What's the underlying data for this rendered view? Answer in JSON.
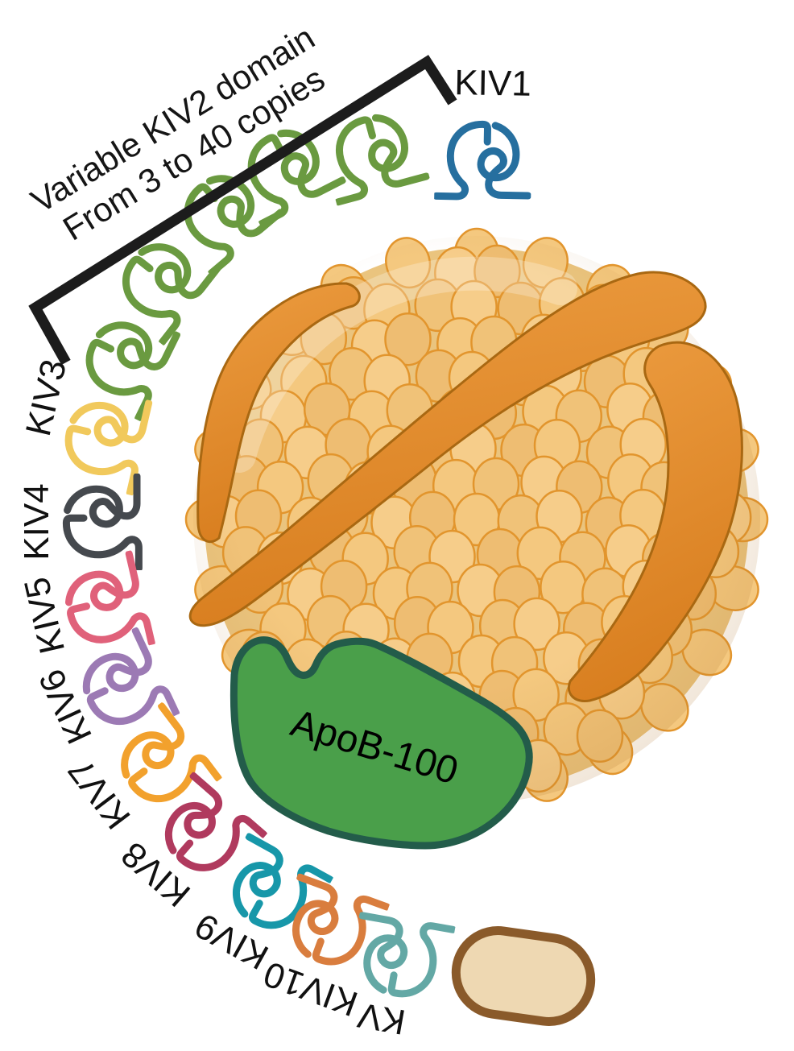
{
  "figure": {
    "description": "Lipoprotein(a) structure diagram",
    "background": "#ffffff"
  },
  "bracket_annotation": {
    "line1": "Variable KIV2 domain",
    "line2": "From 3 to 40 copies",
    "color": "#1c1c1c"
  },
  "kringle_domains": [
    {
      "id": "kiv1",
      "label": "KIV1",
      "color": "#266f9f",
      "copies_shown": 1
    },
    {
      "id": "kiv2",
      "label": "",
      "color": "#6a9a40",
      "copies_shown": 5
    },
    {
      "id": "kiv3",
      "label": "KIV3",
      "color": "#f1c95c",
      "copies_shown": 1
    },
    {
      "id": "kiv4",
      "label": "KIV4",
      "color": "#45494e",
      "copies_shown": 1
    },
    {
      "id": "kiv5",
      "label": "KIV5",
      "color": "#e0617a",
      "copies_shown": 1
    },
    {
      "id": "kiv6",
      "label": "KIV6",
      "color": "#9c7ab4",
      "copies_shown": 1
    },
    {
      "id": "kiv7",
      "label": "KIV7",
      "color": "#f2a12d",
      "copies_shown": 1
    },
    {
      "id": "kiv8",
      "label": "KIV8",
      "color": "#b03a5e",
      "copies_shown": 1
    },
    {
      "id": "kiv9",
      "label": "KIV9",
      "color": "#1797a9",
      "copies_shown": 1
    },
    {
      "id": "kiv10",
      "label": "KIV10",
      "color": "#d97d3e",
      "copies_shown": 1
    },
    {
      "id": "kv",
      "label": "KV",
      "color": "#63a8a5",
      "copies_shown": 1
    }
  ],
  "apob": {
    "label": "ApoB-100",
    "fill": "#4a9f4a",
    "border": "#235c4a"
  },
  "particle": {
    "base": "#eac47e",
    "lipid_fill": "#f4c87f",
    "lipid_stroke": "#e2952d",
    "ribbon_fill_light": "#ec9c40",
    "ribbon_fill_dark": "#d87e1f",
    "ribbon_stroke": "#a96812"
  },
  "protease_domain": {
    "fill": "#eed8b2",
    "border": "#8a5a2a"
  }
}
